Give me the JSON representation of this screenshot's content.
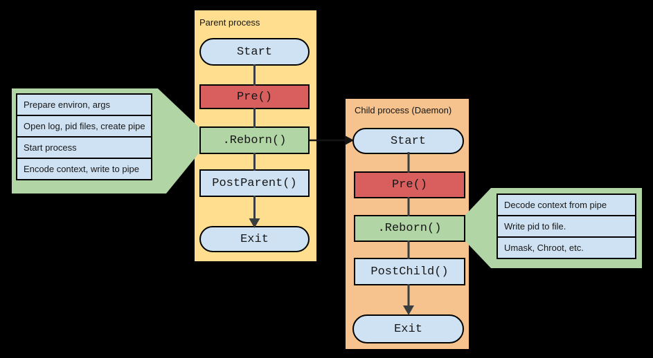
{
  "colors": {
    "background": "#000000",
    "parent_box_fill": "#ffdf8f",
    "child_box_fill": "#f6c28d",
    "node_blue": "#cfe2f3",
    "node_red": "#d85f5e",
    "node_green": "#b1d5a5",
    "callout_green": "#b1d5a5",
    "border": "#000000",
    "connector": "#3a3d40",
    "spawn_connector": "#141414"
  },
  "parent": {
    "label": "Parent process",
    "nodes": [
      {
        "label": "Start"
      },
      {
        "label": "Pre()"
      },
      {
        "label": ".Reborn()"
      },
      {
        "label": "PostParent()"
      },
      {
        "label": "Exit"
      }
    ]
  },
  "child": {
    "label": "Child process (Daemon)",
    "nodes": [
      {
        "label": "Start"
      },
      {
        "label": "Pre()"
      },
      {
        "label": ".Reborn()"
      },
      {
        "label": "PostChild()"
      },
      {
        "label": "Exit"
      }
    ]
  },
  "left_callout": {
    "items": [
      {
        "text": "Prepare environ, args"
      },
      {
        "text": "Open log, pid files, create pipe"
      },
      {
        "text": "Start process"
      },
      {
        "text": "Encode context, write to pipe"
      }
    ]
  },
  "right_callout": {
    "items": [
      {
        "text": "Decode context from pipe"
      },
      {
        "text": "Write pid to file."
      },
      {
        "text": "Umask, Chroot, etc."
      }
    ]
  }
}
